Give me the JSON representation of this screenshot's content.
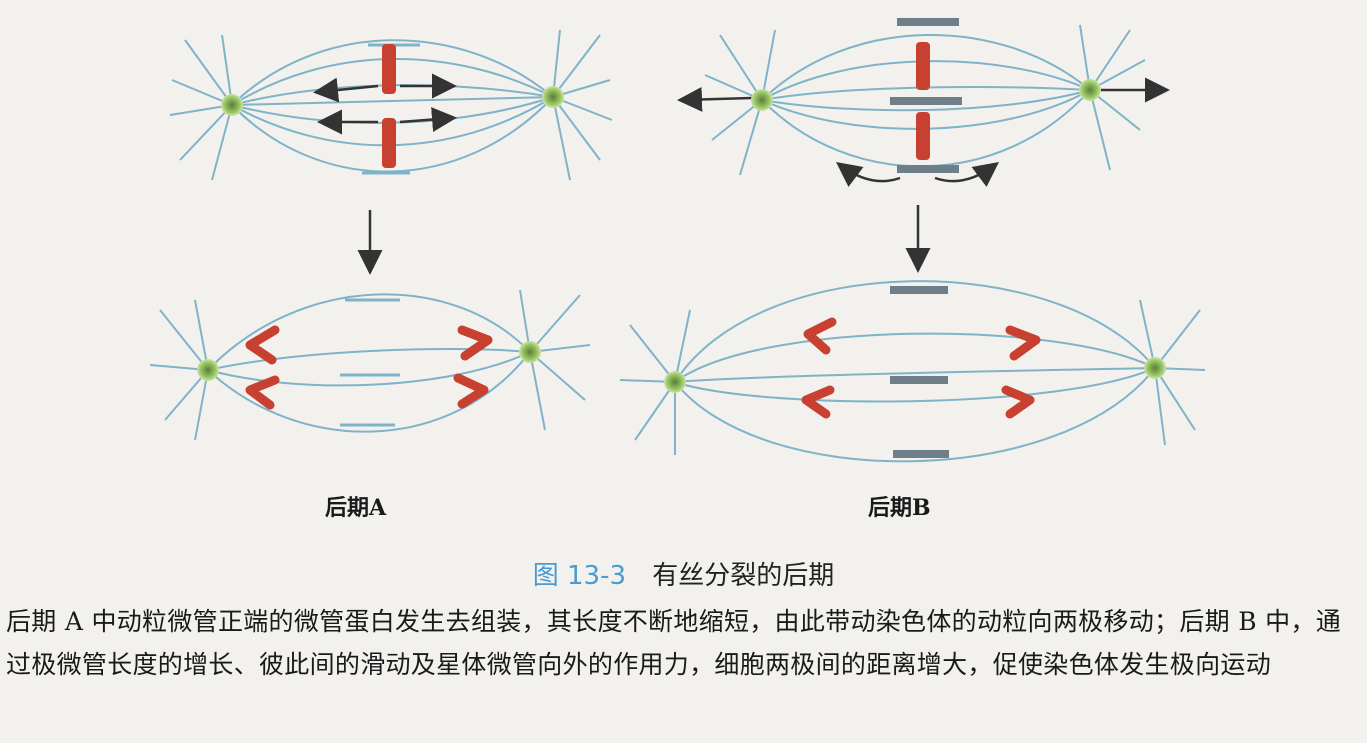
{
  "panels": {
    "a_label": "后期A",
    "b_label": "后期B"
  },
  "caption": {
    "number": "图 13-3",
    "title": "有丝分裂的后期"
  },
  "body_text": "后期 A 中动粒微管正端的微管蛋白发生去组装，其长度不断地缩短，由此带动染色体的动粒向两极移动；后期 B 中，通过极微管长度的增长、彼此间的滑动及星体微管向外的作用力，细胞两极间的距离增大，促使染色体发生极向运动",
  "colors": {
    "spindle_fiber": "#7fb3c8",
    "chromosome": "#c8402f",
    "centrosome": "#8fbf5a",
    "microtubule_bar": "#6e7f8a",
    "caption_number": "#4a9bd3"
  }
}
